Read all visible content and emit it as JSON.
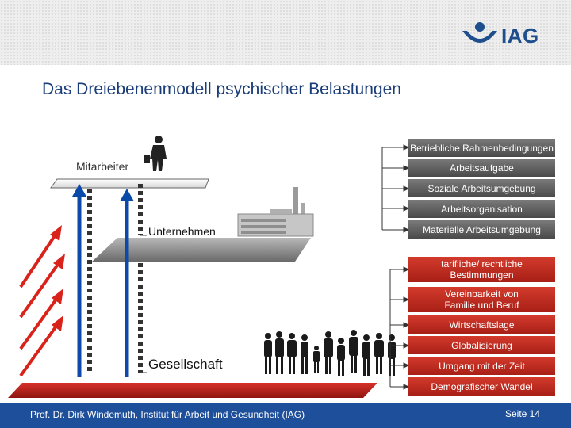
{
  "header": {
    "logo_text": "IAG",
    "title": "Das Dreiebenenmodell psychischer Belastungen"
  },
  "levels": {
    "mitarbeiter": "Mitarbeiter",
    "unternehmen": "Unternehmen",
    "gesellschaft": "Gesellschaft"
  },
  "factors": [
    {
      "label": "Betriebliche Rahmenbedingungen",
      "color": "#5a5a5a"
    },
    {
      "label": "Arbeitsaufgabe",
      "color": "#5a5a5a"
    },
    {
      "label": "Soziale Arbeitsumgebung",
      "color": "#5a5a5a"
    },
    {
      "label": "Arbeitsorganisation",
      "color": "#5a5a5a"
    },
    {
      "label": "Materielle Arbeitsumgebung",
      "color": "#5a5a5a"
    },
    {
      "label": "tarifliche/ rechtliche Bestimmungen",
      "color": "#c0281e"
    },
    {
      "label": "Vereinbarkeit von Familie und Beruf",
      "color": "#c0281e"
    },
    {
      "label": "Wirtschaftslage",
      "color": "#c0281e"
    },
    {
      "label": "Globalisierung",
      "color": "#c0281e"
    },
    {
      "label": "Umgang mit der Zeit",
      "color": "#c0281e"
    },
    {
      "label": "Demografischer Wandel",
      "color": "#c0281e"
    }
  ],
  "footer": {
    "author": "Prof. Dr. Dirk Windemuth, Institut für Arbeit und Gesundheit (IAG)",
    "page": "Seite 14"
  },
  "colors": {
    "accent_blue": "#1e4f9a",
    "title_blue": "#1a3d7a",
    "red": "#c0281e",
    "grey": "#5a5a5a"
  }
}
